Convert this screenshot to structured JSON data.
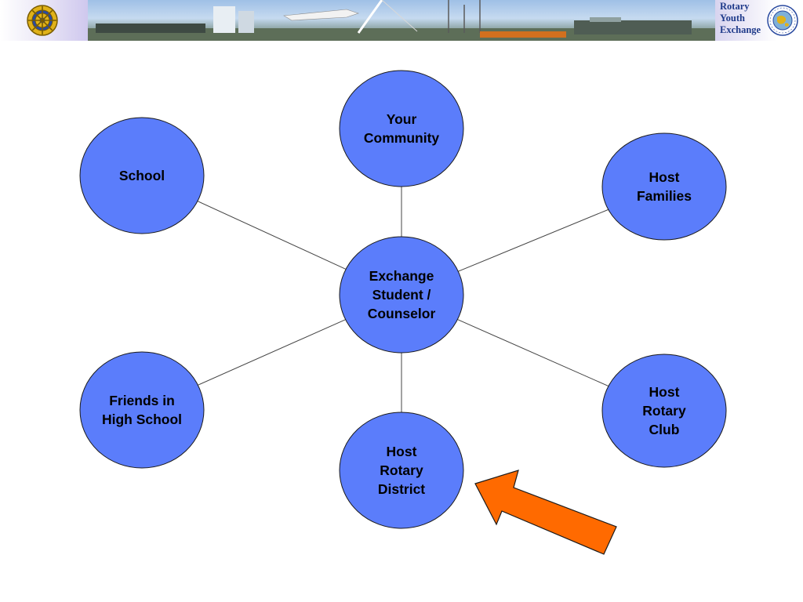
{
  "header": {
    "title_lines": [
      "Rotary",
      "Youth",
      "Exchange"
    ]
  },
  "diagram": {
    "center": {
      "lines": [
        "Exchange",
        "Student /",
        "Counselor"
      ]
    },
    "nodes": [
      {
        "id": "your-community",
        "lines": [
          "Your",
          "Community"
        ]
      },
      {
        "id": "school",
        "lines": [
          "School"
        ]
      },
      {
        "id": "host-families",
        "lines": [
          "Host",
          "Families"
        ]
      },
      {
        "id": "friends-in-high-school",
        "lines": [
          "Friends in",
          "High School"
        ]
      },
      {
        "id": "host-rotary-club",
        "lines": [
          "Host",
          "Rotary",
          "Club"
        ]
      },
      {
        "id": "host-rotary-district",
        "lines": [
          "Host",
          "Rotary",
          "District"
        ]
      }
    ],
    "colors": {
      "node_fill": "#5b7dfb",
      "node_stroke": "#1a1a1a",
      "connector": "#444444",
      "arrow_fill": "#ff6a00",
      "arrow_stroke": "#1a1a1a"
    },
    "arrow": {
      "points_to": "host-rotary-district"
    }
  }
}
